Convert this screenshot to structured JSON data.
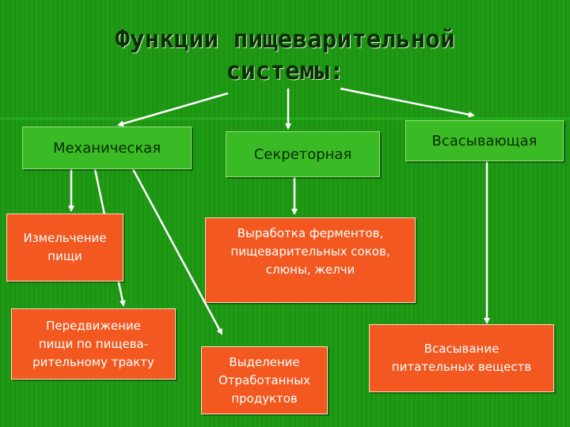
{
  "title": {
    "line1": "Функции пищеварительной",
    "line2": "системы:"
  },
  "functions": {
    "mechanical": "Механическая",
    "secretory": "Секреторная",
    "absorptive": "Всасывающая"
  },
  "details": {
    "grinding": {
      "line1": "Измельчение",
      "line2": "пищи"
    },
    "movement": {
      "line1": "Передвижение",
      "line2": "пищи по пищева-",
      "line3": "рительному тракту"
    },
    "enzymes": {
      "line1": "Выработка ферментов,",
      "line2": "пищеварительных соков,",
      "line3": "слюны, желчи"
    },
    "excretion": {
      "line1": "Выделение",
      "line2": "Отработанных",
      "line3": "продуктов"
    },
    "absorption": {
      "line1": "Всасывание",
      "line2": "питательных веществ"
    }
  },
  "colors": {
    "background": "#1f9a14",
    "function_box": "#3aba25",
    "detail_box": "#f2581f",
    "arrow": "#ffffff"
  }
}
